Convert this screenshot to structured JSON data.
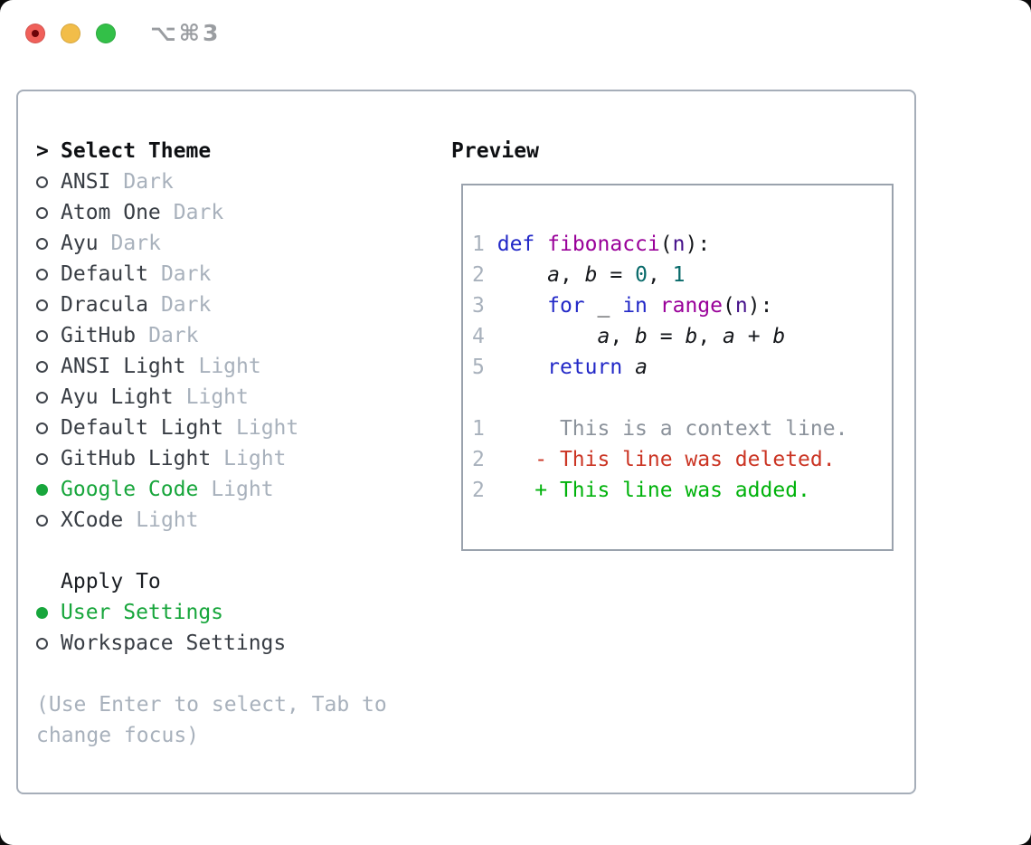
{
  "window": {
    "title": "⌥⌘3",
    "controls": [
      {
        "name": "close",
        "color": "#f0605a"
      },
      {
        "name": "minimize",
        "color": "#f2bd49"
      },
      {
        "name": "maximize",
        "color": "#33c048"
      }
    ]
  },
  "colors": {
    "close_red": "#f0605a",
    "minimize_yellow": "#f2bd49",
    "maximize_green": "#33c048",
    "selected_green": "#18a63c",
    "muted_gray": "#a8b1bc",
    "panel_border": "#a6aeb9",
    "preview_border": "#9aa2ad",
    "line_number": "#a8b1bc",
    "keyword_blue": "#2228c7",
    "function_magenta": "#990099",
    "param_purple": "#44108a",
    "number_teal": "#086a6a",
    "context_gray": "#8b929b",
    "deleted_red": "#cb3524",
    "added_green": "#00b20b"
  },
  "theme_panel": {
    "header": {
      "prefix": ">",
      "label": "Select Theme"
    },
    "themes": [
      {
        "name": "ANSI",
        "variant": "Dark",
        "selected": false
      },
      {
        "name": "Atom One",
        "variant": "Dark",
        "selected": false
      },
      {
        "name": "Ayu",
        "variant": "Dark",
        "selected": false
      },
      {
        "name": "Default",
        "variant": "Dark",
        "selected": false
      },
      {
        "name": "Dracula",
        "variant": "Dark",
        "selected": false
      },
      {
        "name": "GitHub",
        "variant": "Dark",
        "selected": false
      },
      {
        "name": "ANSI Light",
        "variant": "Light",
        "selected": false
      },
      {
        "name": "Ayu Light",
        "variant": "Light",
        "selected": false
      },
      {
        "name": "Default Light",
        "variant": "Light",
        "selected": false
      },
      {
        "name": "GitHub Light",
        "variant": "Light",
        "selected": false
      },
      {
        "name": "Google Code",
        "variant": "Light",
        "selected": true
      },
      {
        "name": "XCode",
        "variant": "Light",
        "selected": false
      }
    ],
    "apply_to": {
      "label": "Apply To",
      "options": [
        {
          "label": "User Settings",
          "selected": true
        },
        {
          "label": "Workspace Settings",
          "selected": false
        }
      ]
    },
    "help_text": "(Use Enter to select, Tab to change focus)"
  },
  "preview": {
    "label": "Preview",
    "lines": [
      [],
      [
        [
          "ln",
          "1"
        ],
        [
          "pl",
          " "
        ],
        [
          "kw",
          "def"
        ],
        [
          "pl",
          " "
        ],
        [
          "fn",
          "fibonacci"
        ],
        [
          "pl",
          "("
        ],
        [
          "pm",
          "n"
        ],
        [
          "pl",
          "):"
        ]
      ],
      [
        [
          "ln",
          "2"
        ],
        [
          "pl",
          "     "
        ],
        [
          "var",
          "a"
        ],
        [
          "pl",
          ", "
        ],
        [
          "var",
          "b"
        ],
        [
          "pl",
          " = "
        ],
        [
          "num",
          "0"
        ],
        [
          "pl",
          ", "
        ],
        [
          "num",
          "1"
        ]
      ],
      [
        [
          "ln",
          "3"
        ],
        [
          "pl",
          "     "
        ],
        [
          "kw",
          "for"
        ],
        [
          "pl",
          " _ "
        ],
        [
          "kw",
          "in"
        ],
        [
          "pl",
          " "
        ],
        [
          "fn",
          "range"
        ],
        [
          "pl",
          "("
        ],
        [
          "pm",
          "n"
        ],
        [
          "pl",
          "):"
        ]
      ],
      [
        [
          "ln",
          "4"
        ],
        [
          "pl",
          "         "
        ],
        [
          "var",
          "a"
        ],
        [
          "pl",
          ", "
        ],
        [
          "var",
          "b"
        ],
        [
          "pl",
          " = "
        ],
        [
          "var",
          "b"
        ],
        [
          "pl",
          ", "
        ],
        [
          "var",
          "a"
        ],
        [
          "pl",
          " + "
        ],
        [
          "var",
          "b"
        ]
      ],
      [
        [
          "ln",
          "5"
        ],
        [
          "pl",
          "     "
        ],
        [
          "kw",
          "return"
        ],
        [
          "pl",
          " "
        ],
        [
          "var",
          "a"
        ]
      ],
      [],
      [
        [
          "ln",
          "1"
        ],
        [
          "pl",
          "      "
        ],
        [
          "ctx",
          "This is a context line."
        ]
      ],
      [
        [
          "ln",
          "2"
        ],
        [
          "pl",
          "    "
        ],
        [
          "del",
          "- This line was deleted."
        ]
      ],
      [
        [
          "ln",
          "2"
        ],
        [
          "pl",
          "    "
        ],
        [
          "add",
          "+ This line was added."
        ]
      ],
      []
    ]
  }
}
